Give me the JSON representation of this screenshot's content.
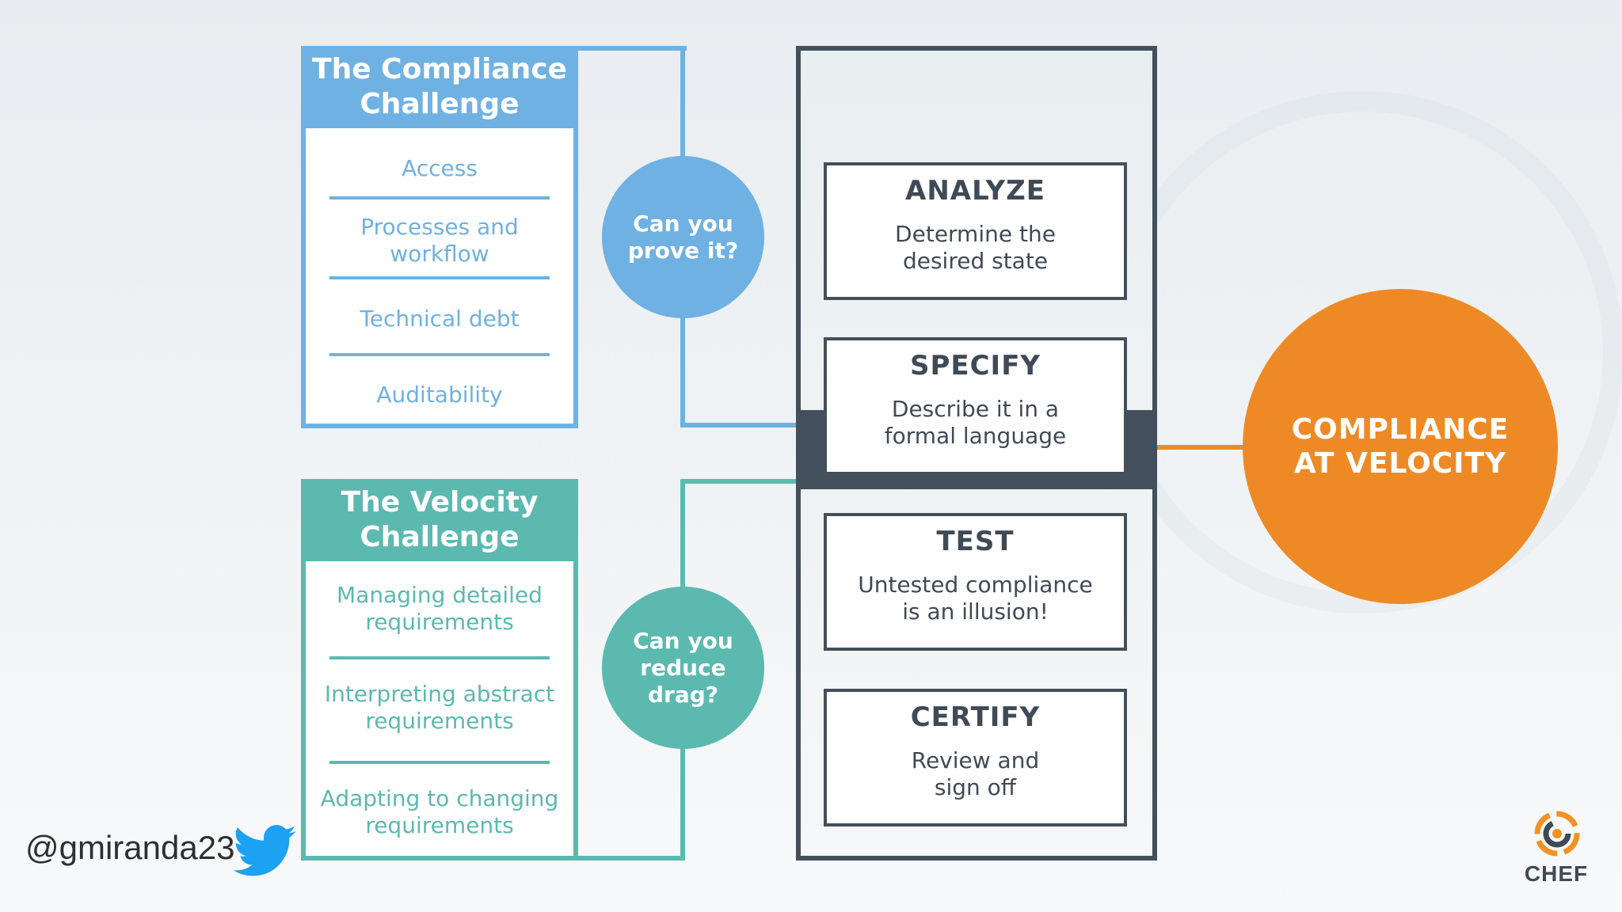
{
  "colors": {
    "compliance_blue": "#6fb1e3",
    "velocity_teal": "#5bb9b0",
    "dark_slate": "#444f5c",
    "accent_orange": "#ee8a25"
  },
  "compliance_challenge": {
    "title": "The Compliance\nChallenge",
    "items": [
      "Access",
      "Processes and\nworkflow",
      "Technical debt",
      "Auditability"
    ]
  },
  "velocity_challenge": {
    "title": "The Velocity\nChallenge",
    "items": [
      "Managing detailed\nrequirements",
      "Interpreting abstract\nrequirements",
      "Adapting to changing\nrequirements"
    ]
  },
  "questions": {
    "prove": "Can you\nprove it?",
    "drag": "Can you\nreduce\ndrag?"
  },
  "steps": [
    {
      "title": "ANALYZE",
      "desc": "Determine the\ndesired state"
    },
    {
      "title": "SPECIFY",
      "desc": "Describe it in a\nformal language"
    },
    {
      "title": "TEST",
      "desc": "Untested compliance\nis an illusion!"
    },
    {
      "title": "CERTIFY",
      "desc": "Review and\nsign off"
    }
  ],
  "outcome": "COMPLIANCE\nAT VELOCITY",
  "footer": {
    "handle": "@gmiranda23",
    "twitter_icon": "twitter-bird-icon",
    "logo_text": "CHEF",
    "logo_icon": "chef-logo-icon"
  }
}
